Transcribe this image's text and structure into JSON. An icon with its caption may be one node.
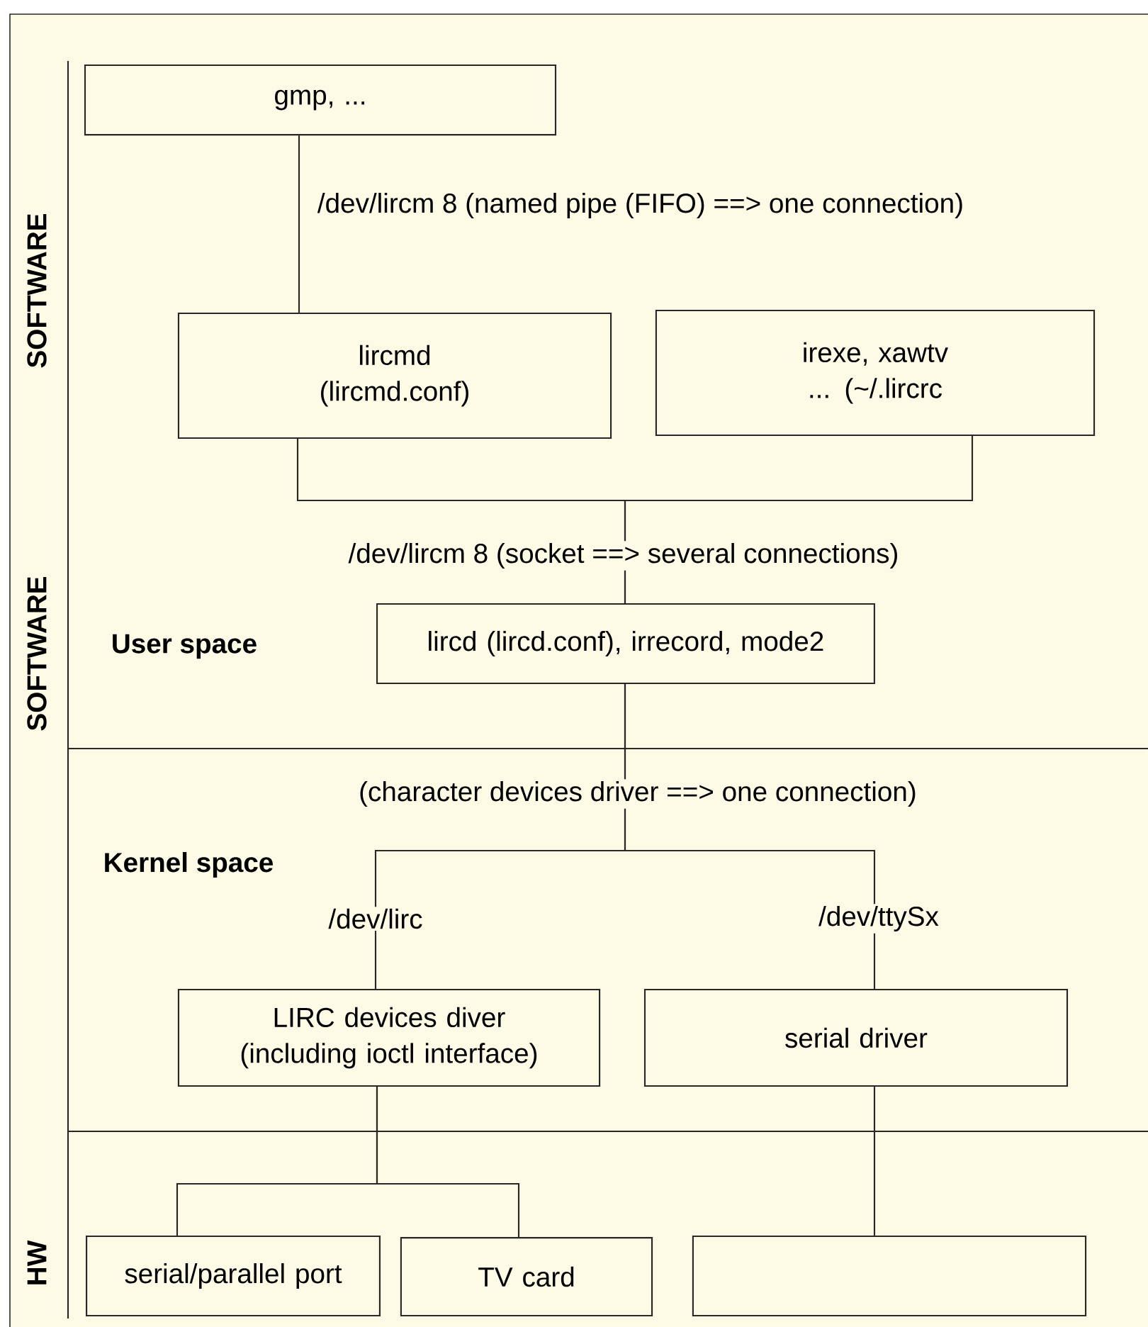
{
  "diagram": {
    "nodes": [
      {
        "text": [
          "gmp, ..."
        ]
      },
      {
        "text": [
          "lircmd (lircmd.conf)"
        ]
      },
      {
        "text": [
          "irexe, xawtv ... (~/.lircrc"
        ]
      },
      {
        "text": [
          "lircd (lircd.conf), irrecord, mode2"
        ]
      },
      {
        "text": [
          "LIRC devices diver (including ioctl interface)"
        ]
      },
      {
        "text": [
          "serial driver"
        ]
      },
      {
        "text": [
          "serial/parallel port"
        ]
      },
      {
        "text": [
          "TV card"
        ]
      },
      {
        "text": [],
        "shape": "box"
      }
    ],
    "edges": [
      {
        "from": 0,
        "to": 1,
        "arrow": "none",
        "label": "/dev/lircm 8 (named pipe (FIFO) ==> one connection)"
      },
      {
        "from": 1,
        "to": 3,
        "arrow": "none"
      },
      {
        "from": 2,
        "to": 3,
        "arrow": "none"
      },
      {
        "from": 3,
        "to": 4,
        "arrow": "none",
        "label": "/dev/lirc"
      },
      {
        "from": 3,
        "to": 5,
        "arrow": "none",
        "label": "/dev/ttySx"
      },
      {
        "from": 4,
        "to": 6,
        "arrow": "none"
      },
      {
        "from": 4,
        "to": 7,
        "arrow": "none"
      },
      {
        "from": 5,
        "to": 8,
        "arrow": "none"
      }
    ],
    "labels": [
      "SOFTWARE",
      "/dev/lircm 8 (socket ==> several connections)",
      "User space",
      "SOFTWARE",
      "(character devices driver ==> one connection)",
      "Kernel space",
      "HW"
    ]
  }
}
